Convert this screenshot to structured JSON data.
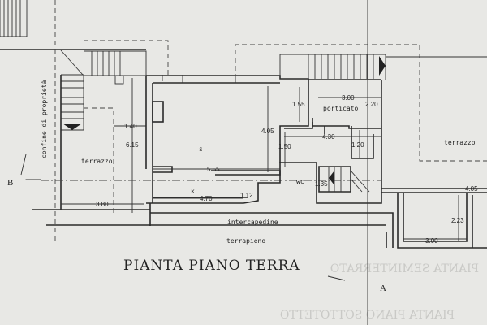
{
  "labels": {
    "property_line": "confine di proprietà",
    "terrace_left": "terrazzo",
    "terrace_right": "terrazzo",
    "porch": "porticato",
    "living": "s",
    "kitchen": "k",
    "wc": "wc",
    "cavity": "intercapedine",
    "embankment": "terrapieno"
  },
  "dimensions": {
    "d1": "1.40",
    "d2": "6.15",
    "d3": "3.80",
    "d4": "5.55",
    "d5": "4.70",
    "d6": "1.12",
    "d7": "1.55",
    "d8": "4.05",
    "d9": "3.00",
    "d10": "2.20",
    "d11": "4.30",
    "d12": "1.50",
    "d13": "1.20",
    "d14": "1.35",
    "d15": "4.05",
    "d16": "2.23",
    "d17": "3.00"
  },
  "sections": {
    "a": "A",
    "b": "B"
  },
  "title": "PIANTA PIANO TERRA",
  "ghost_text": [
    "PIANTA PIANO SOTTOTETTO",
    "PIANTA SEMINTERRATO"
  ]
}
